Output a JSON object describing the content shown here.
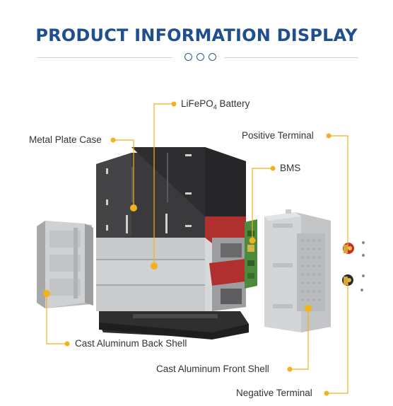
{
  "header": {
    "title": "PRODUCT INFORMATION DISPLAY"
  },
  "labels": {
    "battery_main": "LiFePO",
    "battery_sub": "4",
    "battery_end": " Battery",
    "metal_plate_case": "Metal Plate Case",
    "positive_terminal": "Positive Terminal",
    "bms": "BMS",
    "back_shell": "Cast Aluminum Back Shell",
    "front_shell": "Cast Aluminum Front Shell",
    "negative_terminal": "Negative Terminal"
  },
  "colors": {
    "title": "#1f4f8f",
    "accent": "#f2b21b",
    "text": "#333333",
    "case_dark": "#3a3a3c",
    "shell_gray": "#c8cacc",
    "red_cell": "#b03030",
    "bms_green": "#4c8a3c"
  }
}
